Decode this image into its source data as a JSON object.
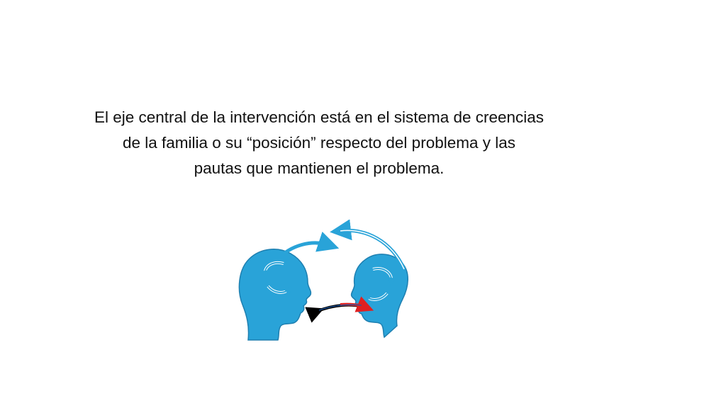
{
  "slide": {
    "text_lines": [
      "El eje central de la intervención está en el sistema de creencias",
      "de la familia o su “posición” respecto del problema y las",
      "pautas que mantienen el problema."
    ]
  },
  "illustration": {
    "icon": "two-heads-communication-icon",
    "colors": {
      "head": "#29A3D8",
      "head_outline": "#1E7FB0",
      "arrow": "#29A3D8",
      "arrow_inner": "#ffffff",
      "speech_left": "#000000",
      "speech_right": "#E02020",
      "speech_mid": "#1E5AA8"
    }
  }
}
